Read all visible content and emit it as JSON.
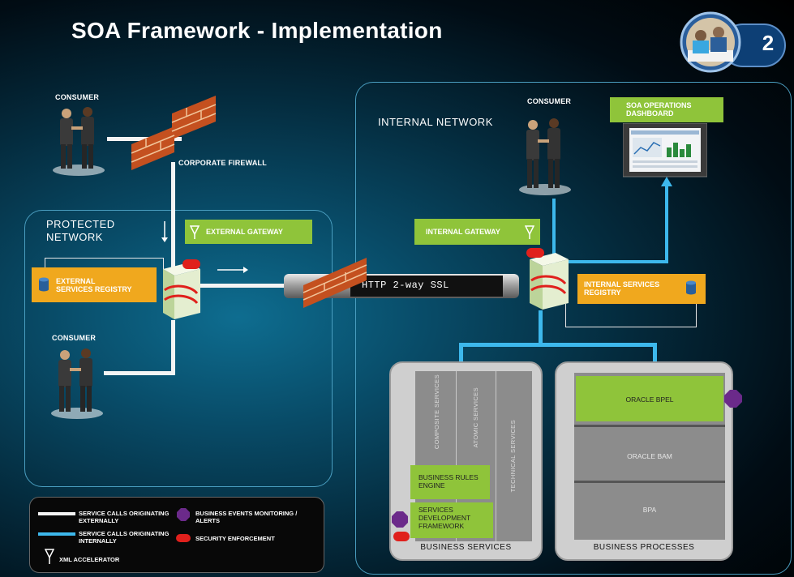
{
  "title": "SOA Framework - Implementation",
  "badge_number": "2",
  "labels": {
    "consumer_top_left": "CONSUMER",
    "corporate_firewall": "CORPORATE FIREWALL",
    "protected_network": "PROTECTED\nNETWORK",
    "external_gateway": "EXTERNAL GATEWAY",
    "external_registry": "EXTERNAL\nSERVICES REGISTRY",
    "consumer_bottom_left": "CONSUMER",
    "internal_network": "INTERNAL NETWORK",
    "consumer_internal": "CONSUMER",
    "soa_dashboard": "SOA OPERATIONS\nDASHBOARD",
    "internal_gateway": "INTERNAL GATEWAY",
    "internal_registry": "INTERNAL SERVICES\nREGISTRY",
    "http_ssl": "HTTP 2-way SSL"
  },
  "business_services": {
    "caption": "BUSINESS SERVICES",
    "composite": "COMPOSITE SERVICES",
    "atomic": "ATOMIC SERVICES",
    "technical": "TECHNICAL SERVICES",
    "rules_engine": "BUSINESS RULES\nENGINE",
    "dev_framework": "SERVICES\nDEVELOPMENT\nFRAMEWORK"
  },
  "business_processes": {
    "caption": "BUSINESS PROCESSES",
    "bpel": "ORACLE BPEL",
    "bam": "ORACLE BAM",
    "bpa": "BPA"
  },
  "legend": {
    "external_calls": "SERVICE CALLS ORIGINATING\nEXTERNALLY",
    "internal_calls": "SERVICE CALLS ORIGINATING\nINTERNALLY",
    "xml_accelerator": "XML ACCELERATOR",
    "bem_alerts": "BUSINESS EVENTS MONITORING /\nALERTS",
    "security": "SECURITY ENFORCEMENT"
  },
  "colors": {
    "white_line": "#f4f4f4",
    "blue_line": "#3db8ec",
    "orange_box": "#f0a81e",
    "green_box": "#8fc43a",
    "security_red": "#e0201c",
    "bem_purple": "#6b2a8a"
  }
}
